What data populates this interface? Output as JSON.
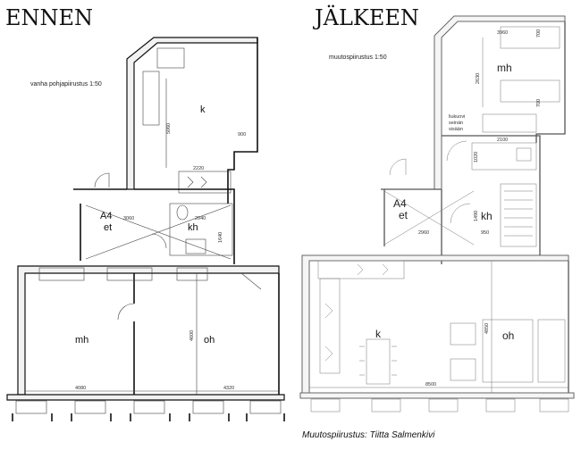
{
  "left_plan": {
    "heading": "ENNEN",
    "subtitle": "vanha pohjapiirustus   1:50",
    "rooms": {
      "kitchen": "k",
      "entry": "A4",
      "entry_et": "et",
      "bath": "kh",
      "living": "mh",
      "bedroom": "oh"
    },
    "dims": {
      "d5060": "5060",
      "d900": "900",
      "d2220": "2220",
      "d3060": "3060",
      "d2040": "2040",
      "d1640": "1640",
      "d4600": "4600",
      "d4080": "4080",
      "d4320": "4320"
    }
  },
  "right_plan": {
    "heading": "JÄLKEEN",
    "subtitle": "muutospiirustus   1:50",
    "rooms": {
      "kitchen": "k",
      "entry": "A4",
      "entry_et": "et",
      "bath": "kh",
      "living": "mh",
      "bedroom": "oh"
    },
    "note_lines": [
      "liukuovi",
      "seinän",
      "sisään"
    ],
    "dims": {
      "d3960": "3960",
      "d2630": "2630",
      "d700a": "700",
      "d700b": "700",
      "d2100": "2100",
      "d1020": "1020",
      "d1490": "1490",
      "d2960": "2960",
      "d950": "950",
      "d4850": "4850",
      "d8500": "8500"
    }
  },
  "credit": "Muutospiirustus: Tiitta Salmenkivi"
}
